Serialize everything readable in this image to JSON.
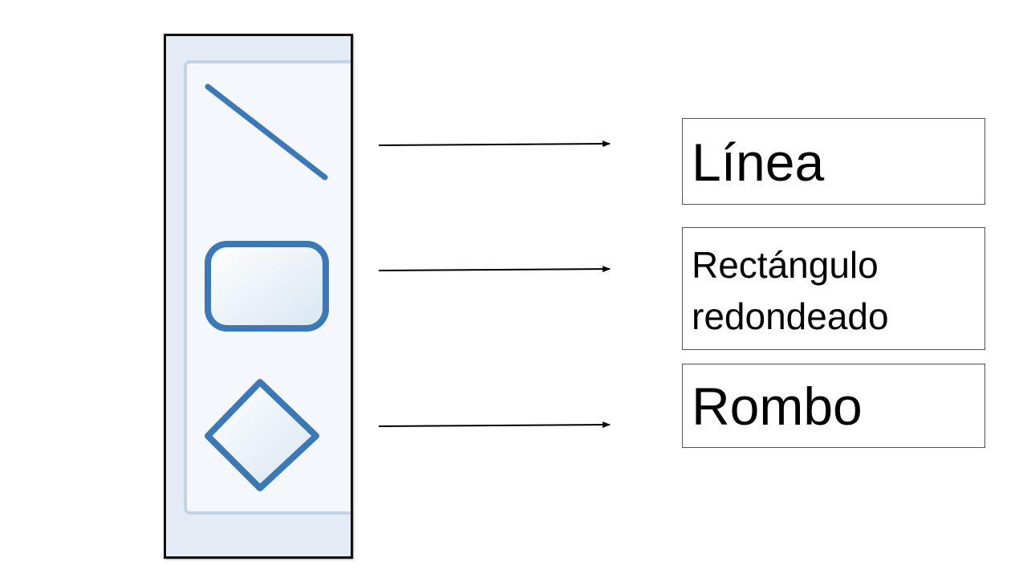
{
  "shapes_panel": {
    "items": [
      {
        "icon": "line-icon"
      },
      {
        "icon": "rounded-rectangle-icon"
      },
      {
        "icon": "diamond-icon"
      }
    ]
  },
  "labels": {
    "line": "Línea",
    "rounded_rectangle_line1": "Rectángulo",
    "rounded_rectangle_line2": "redondeado",
    "diamond": "Rombo"
  },
  "colors": {
    "icon_stroke": "#3a78b8",
    "panel_background": "#e3ebf5",
    "panel_inner": "#f4f7fb",
    "frame_border": "#111111",
    "arrow": "#000000"
  }
}
